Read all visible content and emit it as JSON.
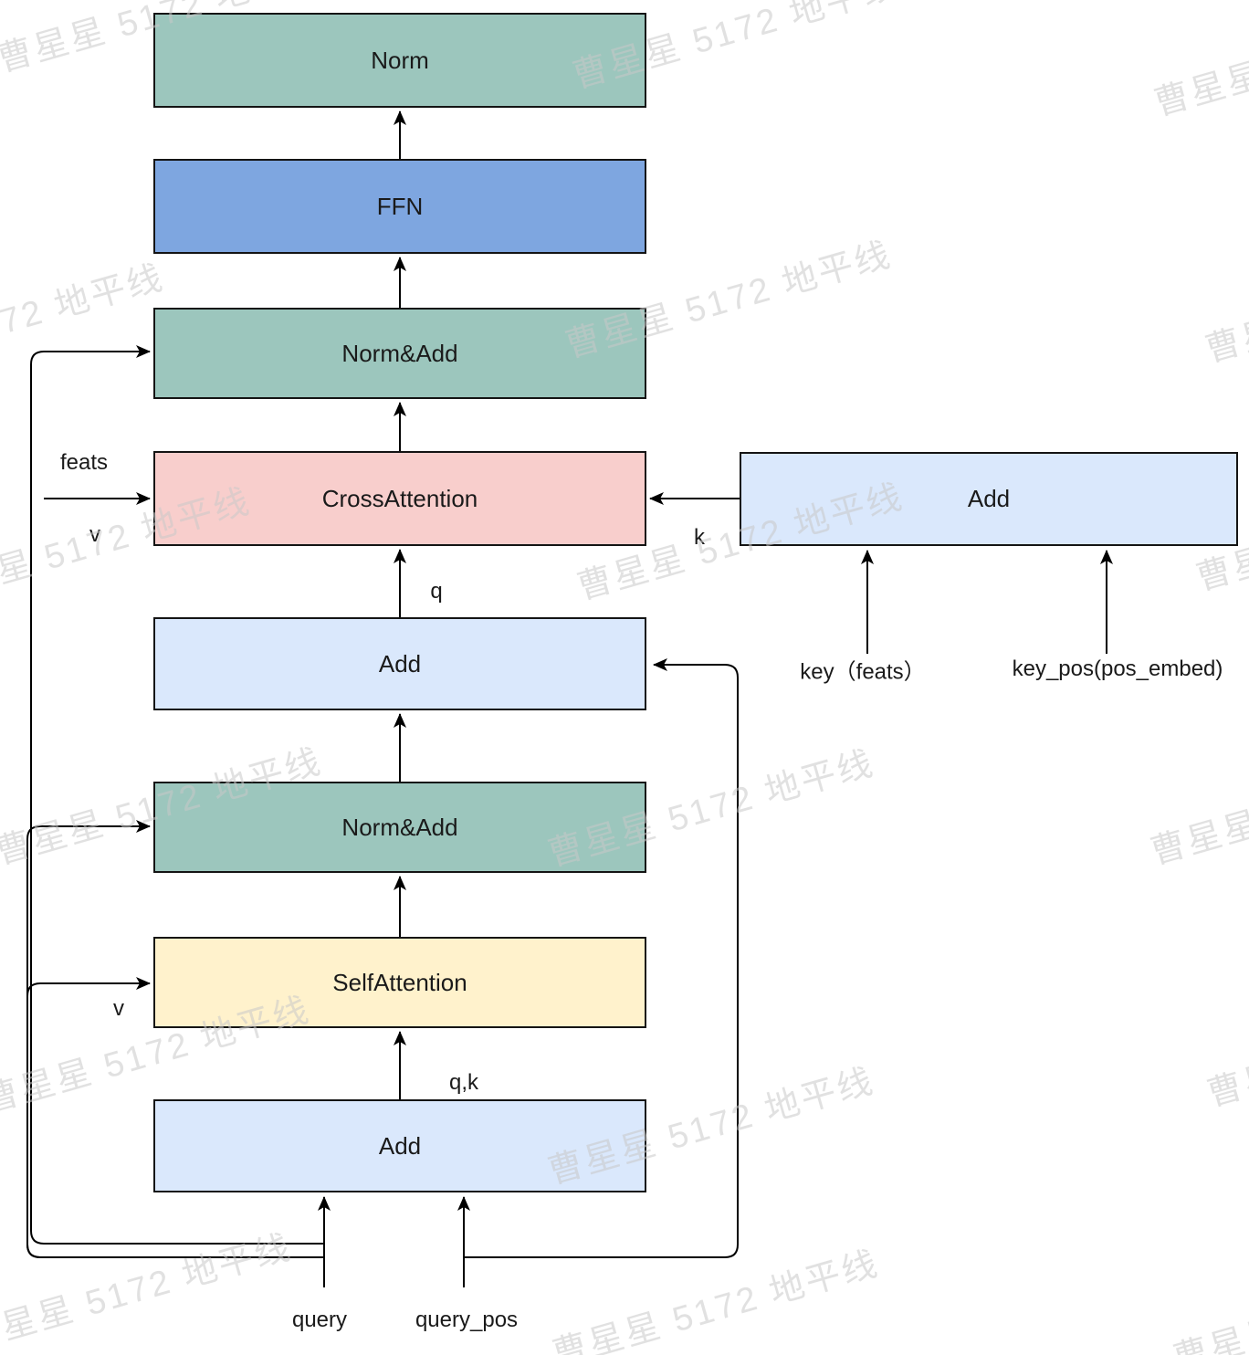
{
  "blocks": {
    "norm": {
      "label": "Norm",
      "color": "#9cc6bd"
    },
    "ffn": {
      "label": "FFN",
      "color": "#7ea6e0"
    },
    "norm_add_1": {
      "label": "Norm&Add",
      "color": "#9cc6bd"
    },
    "cross_attention": {
      "label": "CrossAttention",
      "color": "#f8cecc"
    },
    "add_mid": {
      "label": "Add",
      "color": "#dae8fc"
    },
    "norm_add_2": {
      "label": "Norm&Add",
      "color": "#9cc6bd"
    },
    "self_attention": {
      "label": "SelfAttention",
      "color": "#fff2cc"
    },
    "add_bottom": {
      "label": "Add",
      "color": "#dae8fc"
    },
    "add_right": {
      "label": "Add",
      "color": "#dae8fc"
    }
  },
  "edge_labels": {
    "feats": "feats",
    "v_cross": "v",
    "q": "q",
    "k": "k",
    "v_self": "v",
    "qk": "q,k",
    "query": "query",
    "query_pos": "query_pos",
    "key_feats": "key（feats）",
    "key_pos": "key_pos(pos_embed)"
  },
  "watermark": {
    "text": "曹星星 5172 地平线",
    "color": "#c9c9c9"
  },
  "line_color": "#000000"
}
